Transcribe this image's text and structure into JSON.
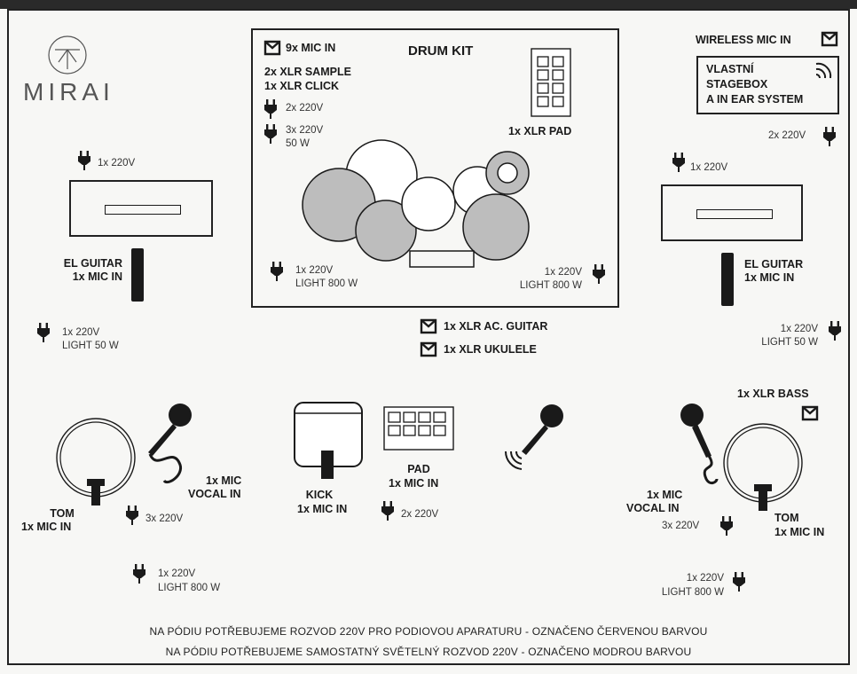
{
  "brand": "MIRAI",
  "drum": {
    "title": "DRUM KIT",
    "mic_in": "9x MIC IN",
    "xlr_sample": "2x XLR SAMPLE",
    "xlr_click": "1x XLR CLICK",
    "power_2": "2x 220V",
    "power_3": "3x 220V",
    "power_3w": "50 W",
    "pad": "1x XLR PAD",
    "light_l_1": "1x 220V",
    "light_l_2": "LIGHT 800 W",
    "light_r_1": "1x 220V",
    "light_r_2": "LIGHT 800 W"
  },
  "wireless": {
    "label": "WIRELESS MIC IN",
    "box_1": "VLASTNÍ",
    "box_2": "STAGEBOX",
    "box_3": "A IN EAR SYSTEM",
    "power": "2x 220V"
  },
  "left_guitar": {
    "power": "1x 220V",
    "l1": "EL GUITAR",
    "l2": "1x MIC IN",
    "light_1": "1x 220V",
    "light_2": "LIGHT 50 W"
  },
  "right_guitar": {
    "power": "1x 220V",
    "l1": "EL GUITAR",
    "l2": "1x MIC IN",
    "light_1": "1x 220V",
    "light_2": "LIGHT 50 W"
  },
  "center": {
    "ac_guitar": "1x XLR AC. GUITAR",
    "ukulele": "1x XLR UKULELE"
  },
  "left_tom": {
    "l1": "TOM",
    "l2": "1x MIC IN",
    "power": "3x 220V",
    "vocal_1": "1x MIC",
    "vocal_2": "VOCAL IN",
    "light_1": "1x 220V",
    "light_2": "LIGHT 800 W"
  },
  "kick": {
    "l1": "KICK",
    "l2": "1x MIC IN"
  },
  "pad": {
    "l1": "PAD",
    "l2": "1x MIC IN",
    "power": "2x 220V"
  },
  "right_tom": {
    "bass": "1x XLR BASS",
    "vocal_1": "1x MIC",
    "vocal_2": "VOCAL IN",
    "power": "3x 220V",
    "l1": "TOM",
    "l2": "1x MIC IN",
    "light_1": "1x 220V",
    "light_2": "LIGHT 800 W"
  },
  "footer": {
    "line1": "NA PÓDIU POTŘEBUJEME ROZVOD 220V PRO PODIOVOU APARATURU - OZNAČENO ČERVENOU BARVOU",
    "line2": "NA PÓDIU POTŘEBUJEME SAMOSTATNÝ SVĚTELNÝ ROZVOD 220V - OZNAČENO MODROU BARVOU"
  },
  "colors": {
    "ink": "#1a1a1a",
    "drum_fill": "#bdbdbd",
    "background": "#f7f7f5"
  }
}
